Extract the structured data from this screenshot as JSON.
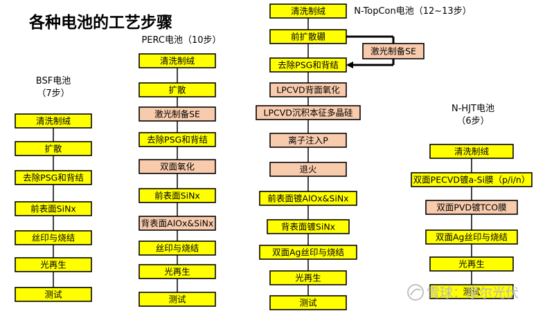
{
  "title": "各种电池的工艺步骤",
  "colors": {
    "step_yellow": "#ffff00",
    "step_salmon": "#f8cbad",
    "line": "#000000"
  },
  "columns": [
    {
      "id": "bsf",
      "heading": [
        "BSF电池",
        "（7步）"
      ],
      "steps": [
        {
          "label": "清洗制绒",
          "color": "yellow"
        },
        {
          "label": "扩散",
          "color": "yellow"
        },
        {
          "label": "去除PSG和背结",
          "color": "yellow"
        },
        {
          "label": "前表面SiNx",
          "color": "yellow"
        },
        {
          "label": "丝印与烧结",
          "color": "yellow"
        },
        {
          "label": "光再生",
          "color": "yellow"
        },
        {
          "label": "测试",
          "color": "yellow"
        }
      ]
    },
    {
      "id": "perc",
      "heading": [
        "PERC电池（10步）"
      ],
      "steps": [
        {
          "label": "清洗制绒",
          "color": "yellow"
        },
        {
          "label": "扩散",
          "color": "yellow"
        },
        {
          "label": "激光制备SE",
          "color": "salmon"
        },
        {
          "label": "去除PSG和背结",
          "color": "yellow"
        },
        {
          "label": "双面氧化",
          "color": "salmon"
        },
        {
          "label": "前表面SiNx",
          "color": "yellow"
        },
        {
          "label": "背表面AlOx&SiNx",
          "color": "salmon"
        },
        {
          "label": "丝印与烧结",
          "color": "yellow"
        },
        {
          "label": "光再生",
          "color": "yellow"
        },
        {
          "label": "测试",
          "color": "yellow"
        }
      ]
    },
    {
      "id": "topcon",
      "heading": [
        "N-TopCon电池（12~13步）"
      ],
      "steps": [
        {
          "label": "清洗制绒",
          "color": "yellow"
        },
        {
          "label": "前扩散硼",
          "color": "yellow"
        },
        {
          "label": "去除PSG和背结",
          "color": "yellow"
        },
        {
          "label": "LPCVD背面氧化",
          "color": "salmon"
        },
        {
          "label": "LPCVD沉积本征多晶硅",
          "color": "salmon"
        },
        {
          "label": "离子注入P",
          "color": "salmon"
        },
        {
          "label": "退火",
          "color": "salmon"
        },
        {
          "label": "前表面镀AlOx&SiNx",
          "color": "yellow"
        },
        {
          "label": "背表面镀SiNx",
          "color": "yellow"
        },
        {
          "label": "双面Ag丝印与烧结",
          "color": "yellow"
        },
        {
          "label": "光再生",
          "color": "yellow"
        },
        {
          "label": "测试",
          "color": "yellow"
        }
      ],
      "side_step": {
        "label": "激光制备SE",
        "color": "salmon"
      }
    },
    {
      "id": "hjt",
      "heading": [
        "N-HJT电池",
        "（6步）"
      ],
      "steps": [
        {
          "label": "清洗制绒",
          "color": "yellow"
        },
        {
          "label": "双面PECVD镀a-Si膜（p/i/n）",
          "color": "yellow"
        },
        {
          "label": "双面PVD镀TCO膜",
          "color": "salmon"
        },
        {
          "label": "双面Ag丝印与烧结",
          "color": "yellow"
        },
        {
          "label": "光再生",
          "color": "yellow"
        },
        {
          "label": "测试",
          "color": "yellow"
        }
      ]
    }
  ],
  "watermark": "雪球：摩尔光伏"
}
